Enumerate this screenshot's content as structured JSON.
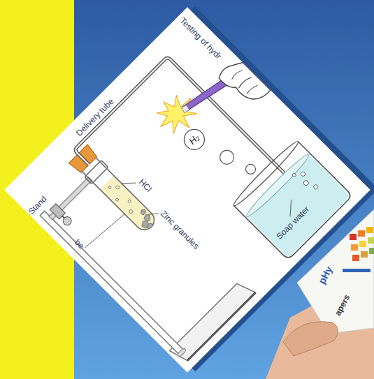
{
  "diagram": {
    "nodes": [
      {
        "text": [
          "H₂"
        ]
      }
    ],
    "labels": [
      "Delivery tube",
      "Testing of hydr",
      "Stand",
      "HCl",
      "be",
      "Zinc granules",
      "Soap water",
      "pHy",
      "apers"
    ]
  }
}
